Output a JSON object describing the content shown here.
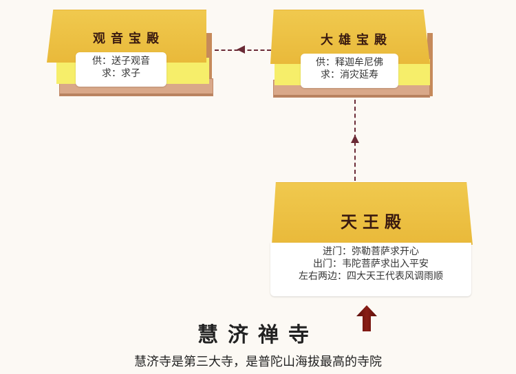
{
  "halls": [
    {
      "id": "guanyin",
      "title": "观音宝殿",
      "lines": [
        "供：送子观音",
        "求：求子"
      ]
    },
    {
      "id": "daxiong",
      "title": "大雄宝殿",
      "lines": [
        "供：释迦牟尼佛",
        "求：消灾延寿"
      ]
    },
    {
      "id": "tianwang",
      "title": "天王殿",
      "lines": [
        "进门：弥勒菩萨求开心",
        "出门：韦陀菩萨求出入平安",
        "左右两边：四大天王代表风调雨顺"
      ]
    }
  ],
  "flow": [
    {
      "from": "entrance",
      "to": "天王殿",
      "style": "solid-arrow"
    },
    {
      "from": "天王殿",
      "to": "大雄宝殿",
      "style": "dashed-arrow"
    },
    {
      "from": "大雄宝殿",
      "to": "观音宝殿",
      "style": "dashed-arrow"
    }
  ],
  "footer": {
    "title": "慧济禅寺",
    "subtitle": "慧济寺是第三大寺，是普陀山海拔最高的寺院"
  },
  "colors": {
    "roof": "#eabc3f",
    "wall": "#f6ee6a",
    "base": "#d9a889",
    "arrow": "#6a2a35",
    "big_arrow": "#7a1a14"
  }
}
